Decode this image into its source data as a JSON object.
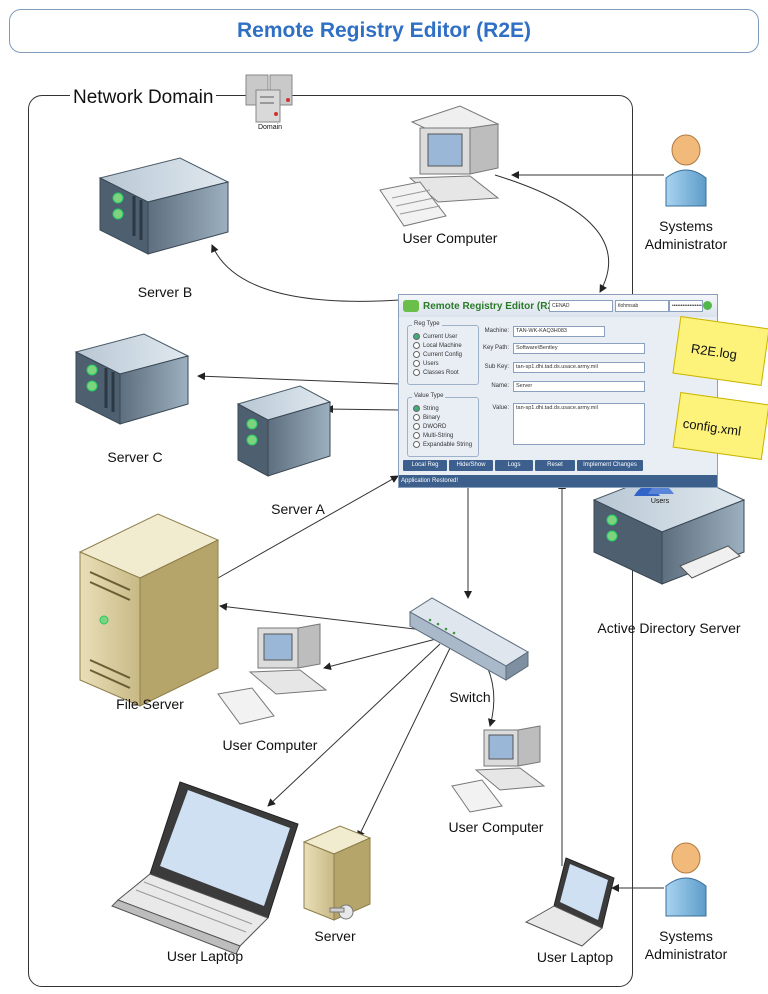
{
  "title": "Remote Registry Editor (R2E)",
  "domain": {
    "label": "Network Domain",
    "icon_caption": "Domain"
  },
  "labels": {
    "user_computer_top": "User Computer",
    "sys_admin_top": [
      "Systems",
      "Administrator"
    ],
    "server_b": "Server B",
    "server_c": "Server C",
    "server_a": "Server A",
    "file_server": "File Server",
    "user_computer_mid": "User Computer",
    "switch": "Switch",
    "user_computer_right": "User Computer",
    "user_laptop_left": "User Laptop",
    "server_bottom": "Server",
    "user_laptop_right": "User Laptop",
    "sys_admin_bottom": [
      "Systems",
      "Administrator"
    ],
    "ad_server": "Active Directory Server",
    "users_icon_caption": "Users"
  },
  "notes": {
    "log": "R2E.log",
    "config": "config.xml"
  },
  "app": {
    "title": "Remote Registry Editor (R2E)",
    "domain_value": "CENAD",
    "user_value": "tlohmsab",
    "password_value": "••••••••••••••••••••",
    "reg_type_title": "Reg Type",
    "reg_types": [
      "Current User",
      "Local Machine",
      "Current Config",
      "Users",
      "Classes Root"
    ],
    "value_type_title": "Value Type",
    "value_types": [
      "String",
      "Binary",
      "DWORD",
      "Multi-String",
      "Expandable String"
    ],
    "fields": {
      "machine_label": "Machine:",
      "machine_value": "TAN-WK-KAQ3H083",
      "keypath_label": "Key Path:",
      "keypath_value": "Software\\Bentley",
      "subkey_label": "Sub Key:",
      "subkey_value": "tan-sp1.dhi.tad.ds.usace.army.mil",
      "name_label": "Name:",
      "name_value": "Server",
      "value_label": "Value:",
      "value_value": "tan-sp1.dhi.tad.ds.usace.army.mil"
    },
    "buttons": [
      "Local Reg",
      "Hide/Show",
      "Logs",
      "Reset",
      "Implement Changes"
    ],
    "status": "Application Restored!"
  }
}
